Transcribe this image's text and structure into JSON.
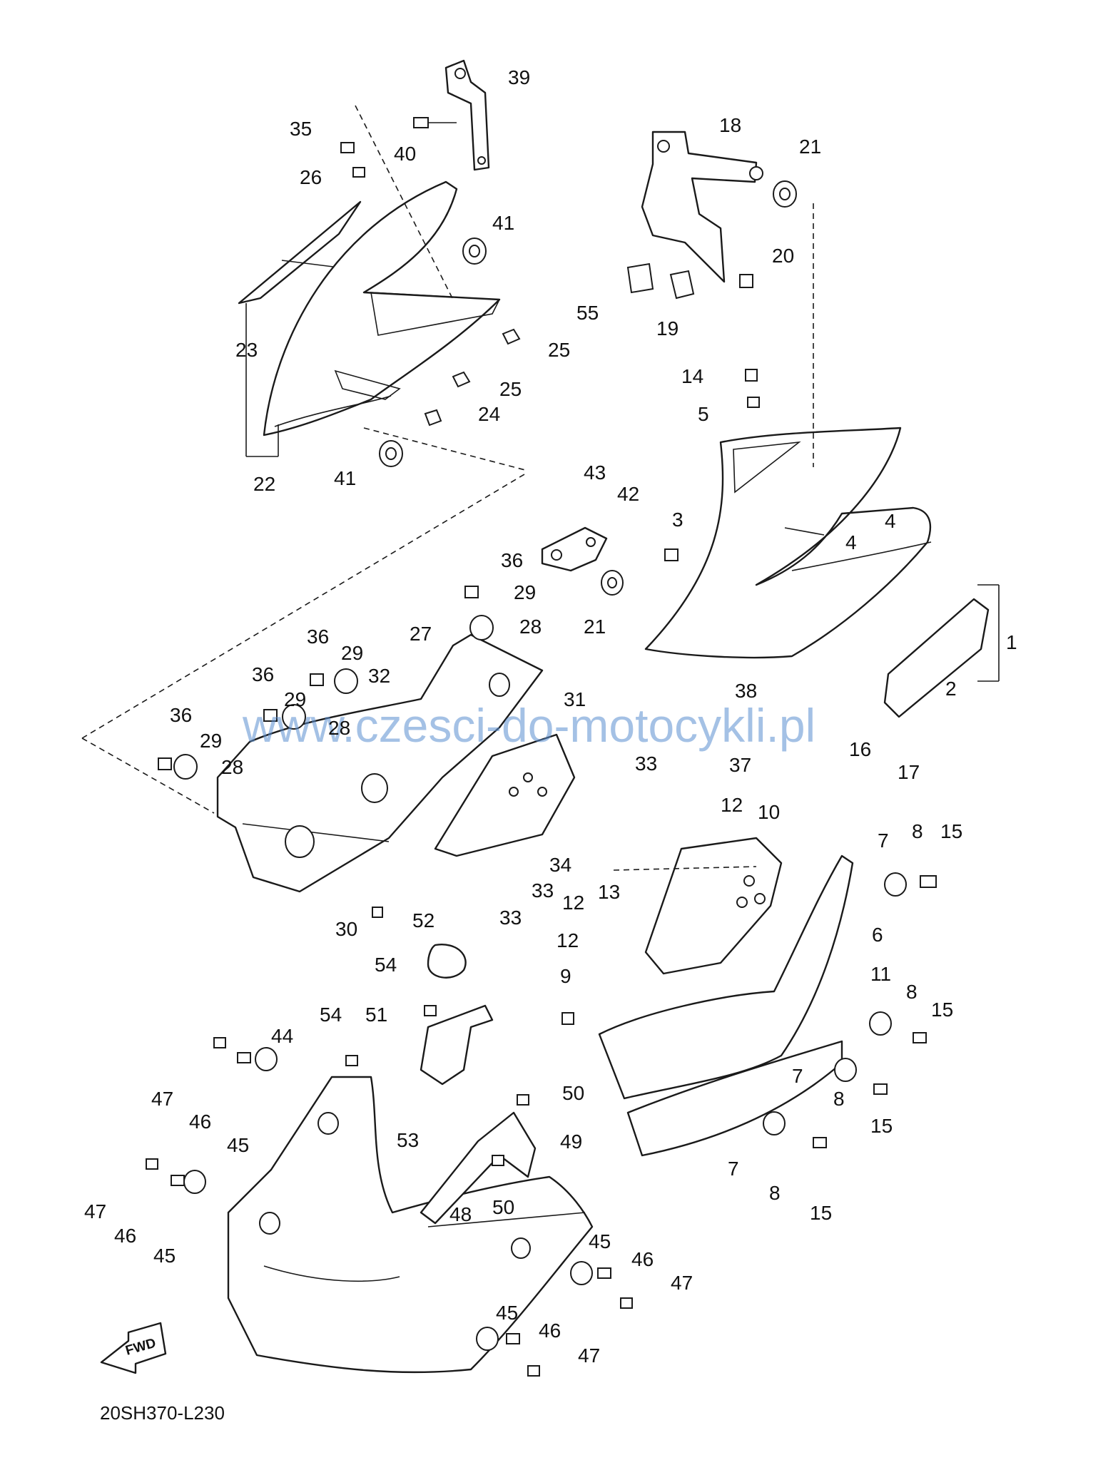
{
  "watermark": "www.czesci-do-motocykli.pl",
  "diagram_code": "20SH370-L230",
  "fwd_label": "FWD",
  "part_labels": [
    {
      "text": "39"
    },
    {
      "text": "35"
    },
    {
      "text": "40"
    },
    {
      "text": "26"
    },
    {
      "text": "41"
    },
    {
      "text": "23"
    },
    {
      "text": "25"
    },
    {
      "text": "25"
    },
    {
      "text": "24"
    },
    {
      "text": "22"
    },
    {
      "text": "41"
    },
    {
      "text": "18"
    },
    {
      "text": "21"
    },
    {
      "text": "20"
    },
    {
      "text": "55"
    },
    {
      "text": "19"
    },
    {
      "text": "14"
    },
    {
      "text": "5"
    },
    {
      "text": "3"
    },
    {
      "text": "4"
    },
    {
      "text": "4"
    },
    {
      "text": "21"
    },
    {
      "text": "1"
    },
    {
      "text": "2"
    },
    {
      "text": "43"
    },
    {
      "text": "42"
    },
    {
      "text": "36"
    },
    {
      "text": "29"
    },
    {
      "text": "28"
    },
    {
      "text": "27"
    },
    {
      "text": "36"
    },
    {
      "text": "29"
    },
    {
      "text": "32"
    },
    {
      "text": "36"
    },
    {
      "text": "29"
    },
    {
      "text": "28"
    },
    {
      "text": "36"
    },
    {
      "text": "29"
    },
    {
      "text": "28"
    },
    {
      "text": "31"
    },
    {
      "text": "38"
    },
    {
      "text": "37"
    },
    {
      "text": "33"
    },
    {
      "text": "16"
    },
    {
      "text": "17"
    },
    {
      "text": "34"
    },
    {
      "text": "33"
    },
    {
      "text": "33"
    },
    {
      "text": "30"
    },
    {
      "text": "12"
    },
    {
      "text": "10"
    },
    {
      "text": "7"
    },
    {
      "text": "8"
    },
    {
      "text": "15"
    },
    {
      "text": "13"
    },
    {
      "text": "12"
    },
    {
      "text": "12"
    },
    {
      "text": "6"
    },
    {
      "text": "52"
    },
    {
      "text": "54"
    },
    {
      "text": "9"
    },
    {
      "text": "11"
    },
    {
      "text": "8"
    },
    {
      "text": "15"
    },
    {
      "text": "54"
    },
    {
      "text": "51"
    },
    {
      "text": "44"
    },
    {
      "text": "7"
    },
    {
      "text": "8"
    },
    {
      "text": "15"
    },
    {
      "text": "47"
    },
    {
      "text": "46"
    },
    {
      "text": "45"
    },
    {
      "text": "50"
    },
    {
      "text": "53"
    },
    {
      "text": "49"
    },
    {
      "text": "7"
    },
    {
      "text": "8"
    },
    {
      "text": "15"
    },
    {
      "text": "48"
    },
    {
      "text": "50"
    },
    {
      "text": "47"
    },
    {
      "text": "46"
    },
    {
      "text": "45"
    },
    {
      "text": "45"
    },
    {
      "text": "46"
    },
    {
      "text": "47"
    },
    {
      "text": "45"
    },
    {
      "text": "46"
    },
    {
      "text": "47"
    }
  ]
}
